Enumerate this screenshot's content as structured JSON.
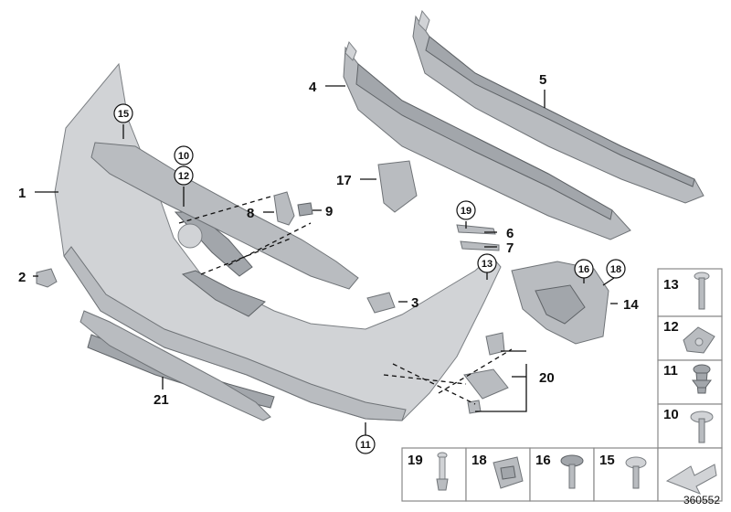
{
  "labels": {
    "p1": "1",
    "p2": "2",
    "p3": "3",
    "p4": "4",
    "p5": "5",
    "p6": "6",
    "p7": "7",
    "p8": "8",
    "p9": "9",
    "p14": "14",
    "p17": "17",
    "p20": "20",
    "p21": "21",
    "c10": "10",
    "c11": "11",
    "c12": "12",
    "c13": "13",
    "c15": "15",
    "c16": "16",
    "c18": "18",
    "c19": "19"
  },
  "fastener_panel": {
    "right_column": [
      "13",
      "12",
      "11",
      "10"
    ],
    "bottom_row": [
      "19",
      "18",
      "16",
      "15"
    ]
  },
  "document_number": "360552"
}
